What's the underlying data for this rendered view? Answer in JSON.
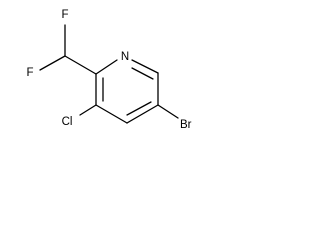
{
  "molecule": {
    "atoms": {
      "n1": "N",
      "f1": "F",
      "f2": "F",
      "cl": "Cl",
      "br": "Br"
    }
  }
}
